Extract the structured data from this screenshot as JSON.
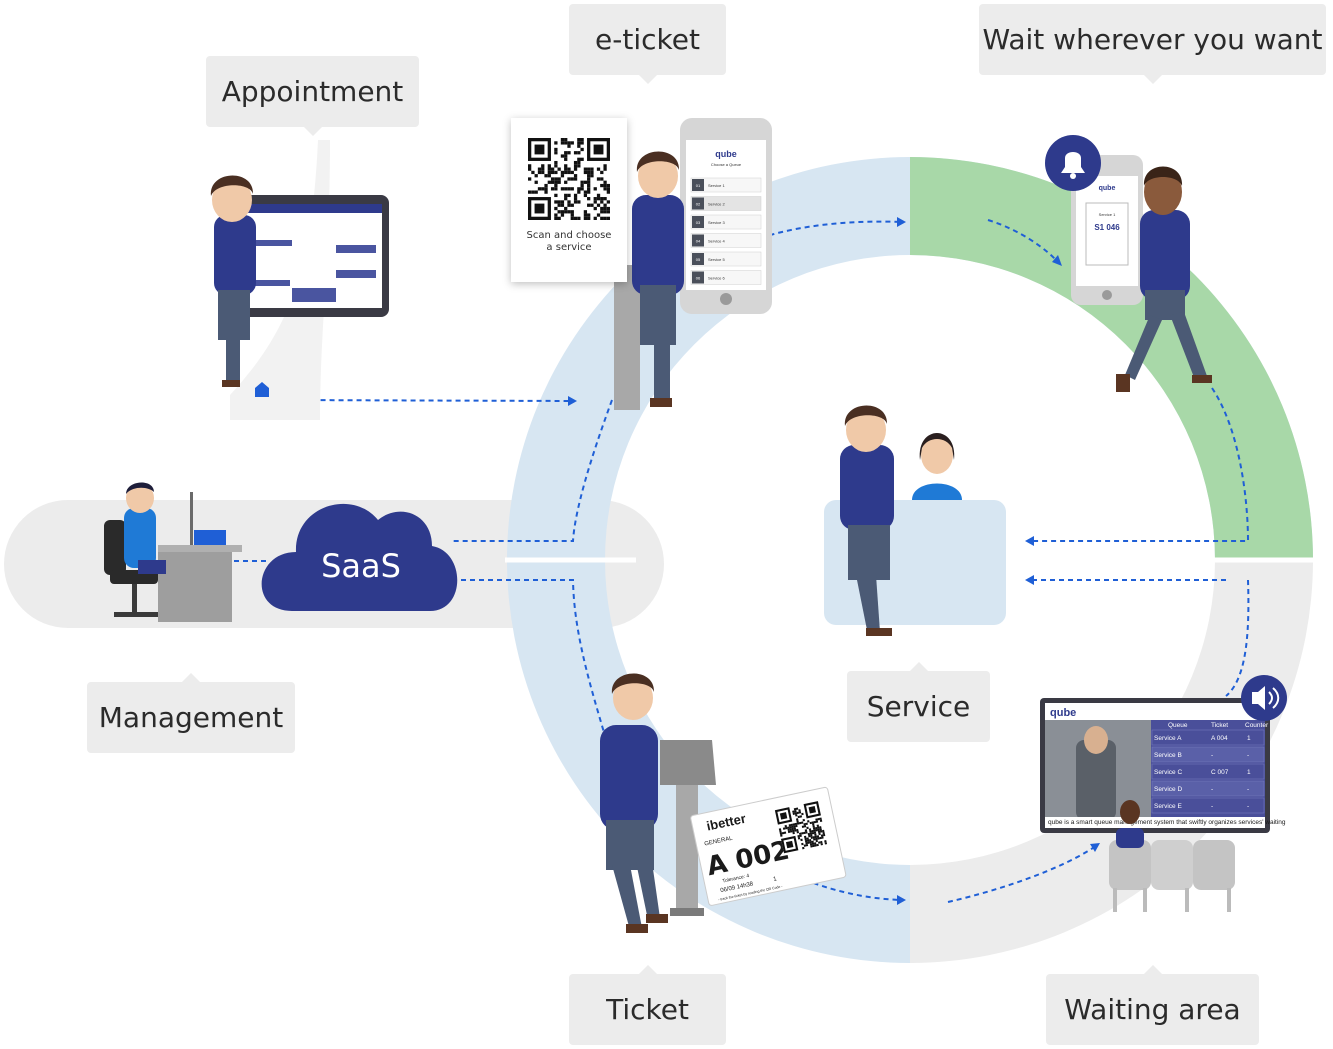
{
  "labels": {
    "appointment": "Appointment",
    "eticket": "e-ticket",
    "wait": "Wait wherever you want",
    "management": "Management",
    "service": "Service",
    "ticket": "Ticket",
    "waiting_area": "Waiting area"
  },
  "saas": "SaaS",
  "qr_card": {
    "line1": "Scan and choose",
    "line2": "a service"
  },
  "phone_left": {
    "brand": "qube",
    "subtitle": "Choose a Queue",
    "items": [
      {
        "code": "01",
        "name": "Service 1"
      },
      {
        "code": "02",
        "name": "Service 2"
      },
      {
        "code": "03",
        "name": "Service 3"
      },
      {
        "code": "04",
        "name": "Service 4"
      },
      {
        "code": "05",
        "name": "Service 5"
      },
      {
        "code": "06",
        "name": "Service 6"
      }
    ]
  },
  "phone_right": {
    "brand": "qube",
    "service": "Service 1",
    "number": "S1 046"
  },
  "paper_ticket": {
    "brand": "ibetter",
    "category": "GENERAL",
    "number": "A 002",
    "tolerance": "Tolerance: 4",
    "datetime": "06/09 14h38",
    "people": "1",
    "footer": "- track the ticket by reading the QR Code -"
  },
  "tv": {
    "brand": "qube",
    "headers": [
      "Queue",
      "Ticket",
      "Counter"
    ],
    "rows": [
      [
        "Service A",
        "A 004",
        "1"
      ],
      [
        "Service B",
        "-",
        "-"
      ],
      [
        "Service C",
        "C 007",
        "1"
      ],
      [
        "Service D",
        "-",
        "-"
      ],
      [
        "Service E",
        "-",
        "-"
      ]
    ],
    "ticker": "qube is a smart queue management system that swiftly organizes services' waiting"
  },
  "colors": {
    "navy": "#2e3a8c",
    "ring_blue": "#d7e6f2",
    "ring_green": "#a8d8a8",
    "ring_grey": "#ececec",
    "dash": "#1f5fd6",
    "callout": "#ececec"
  }
}
